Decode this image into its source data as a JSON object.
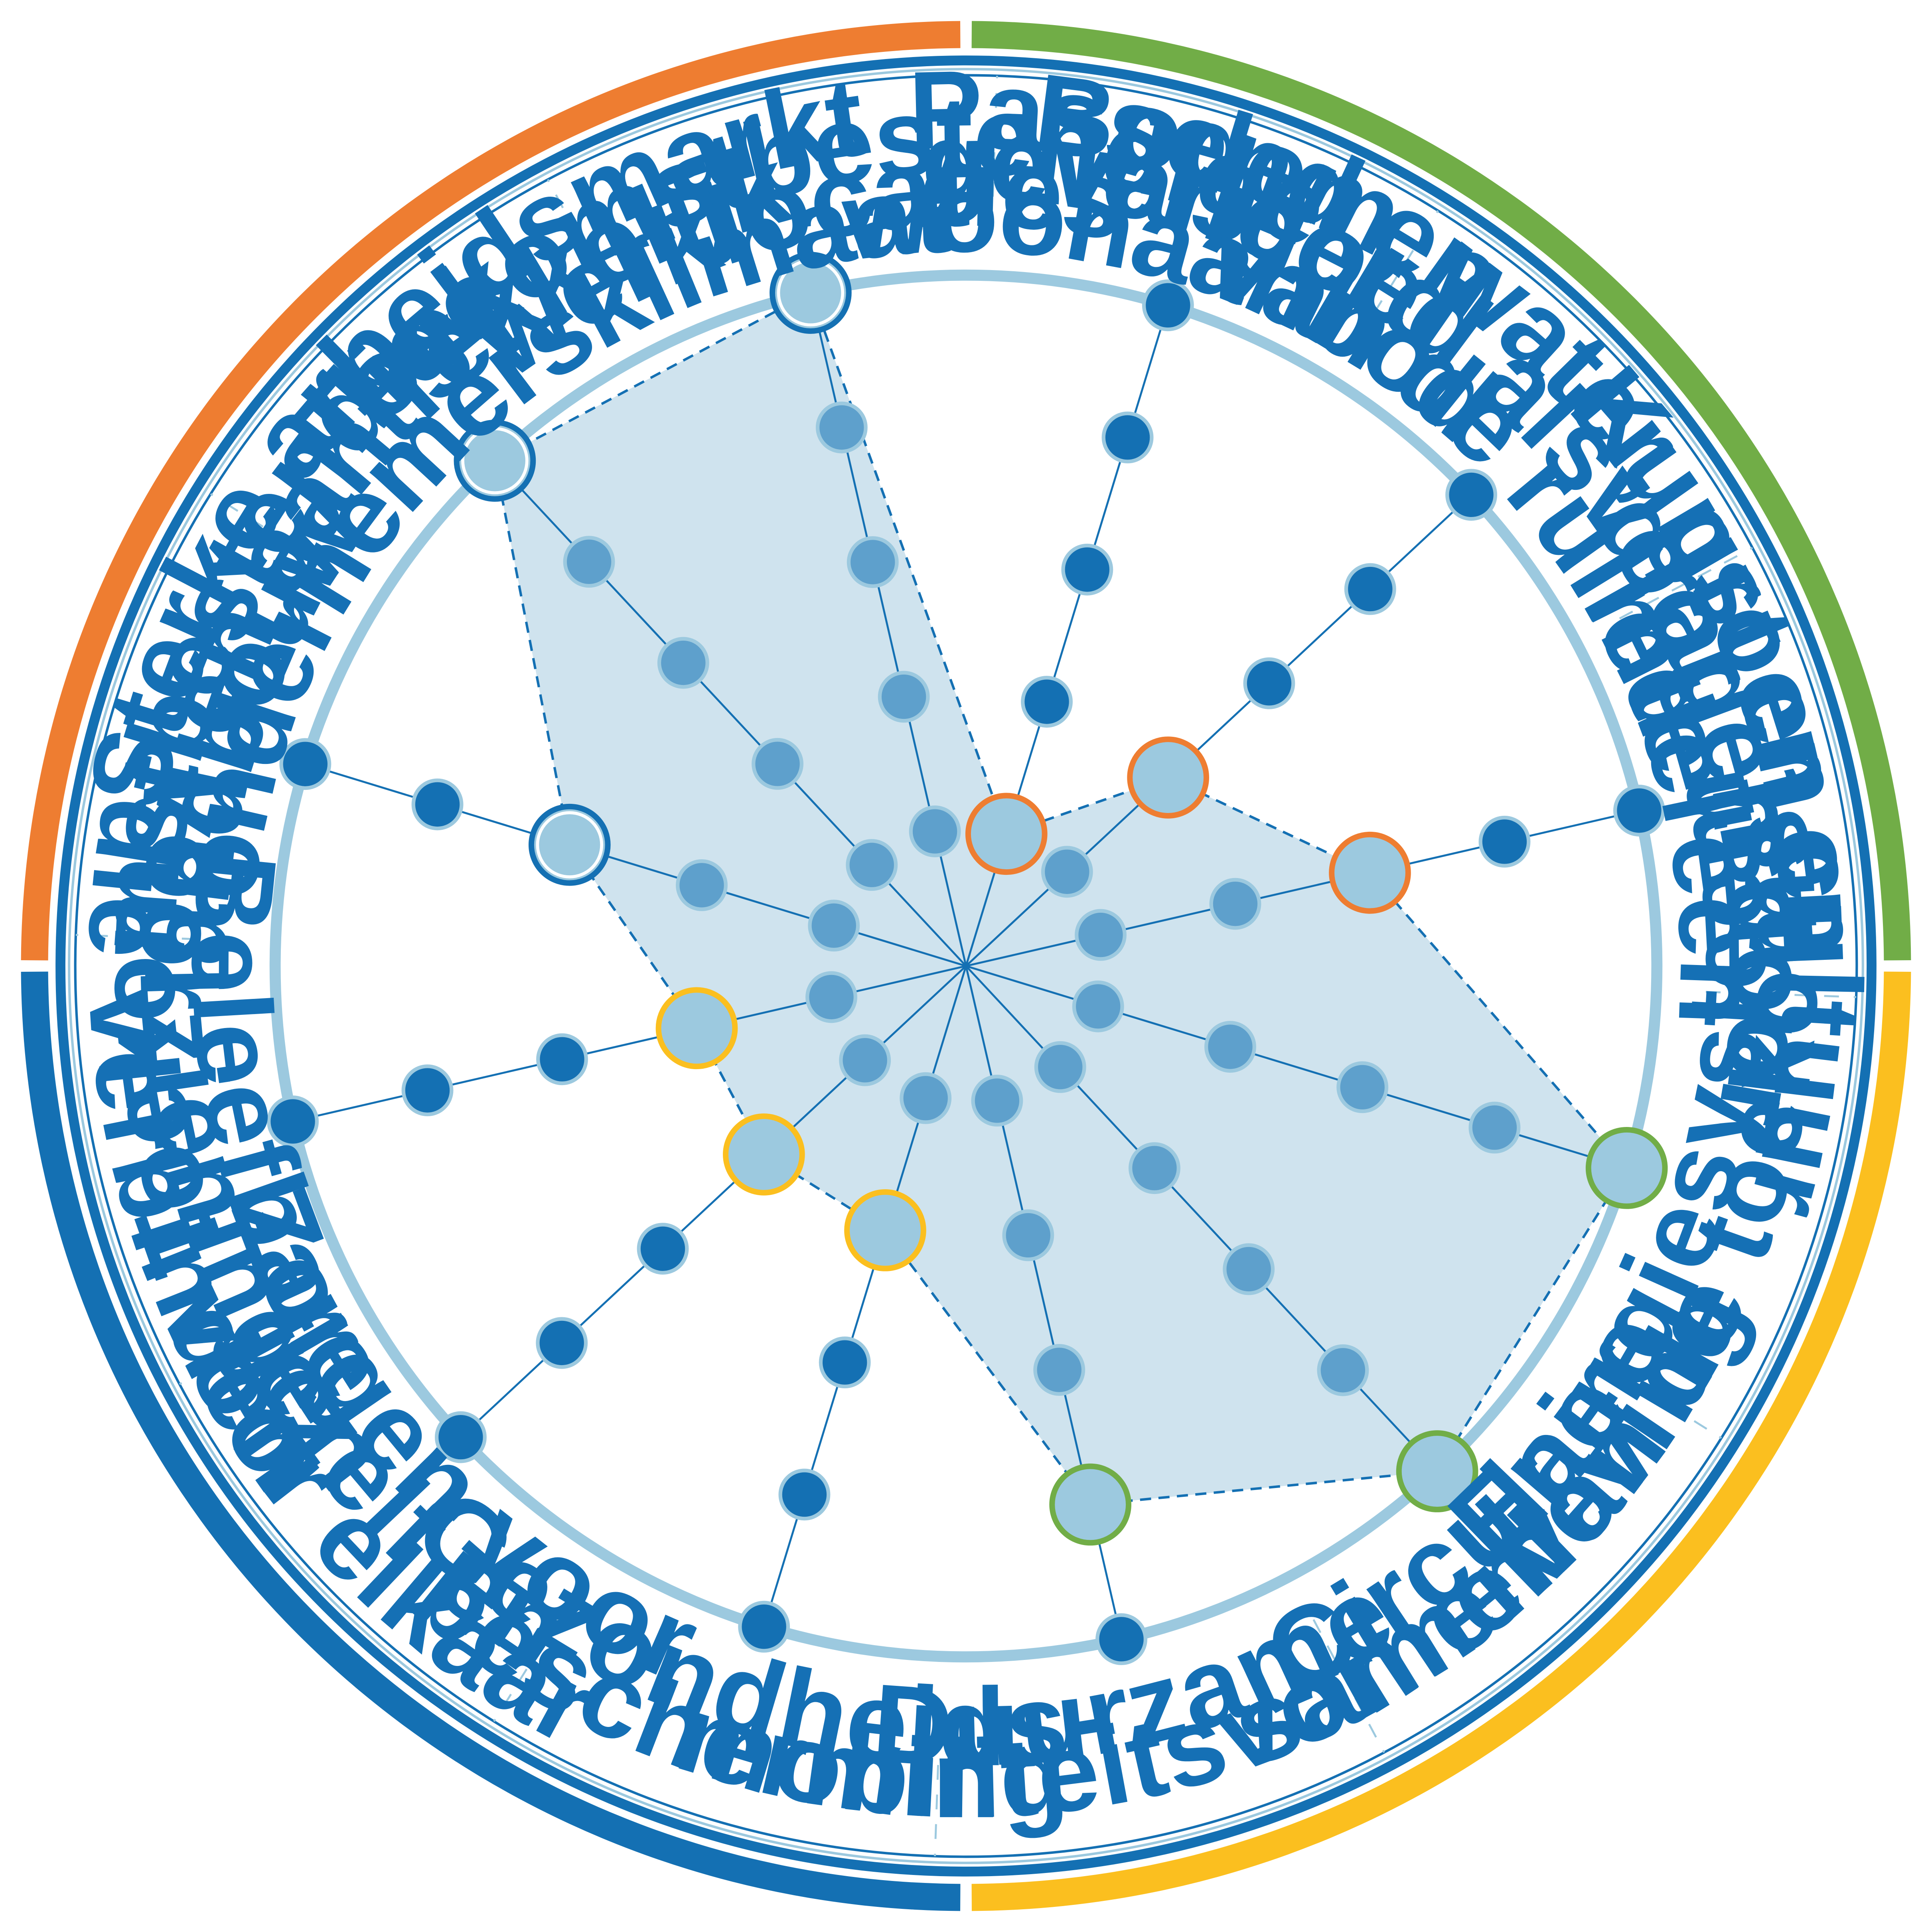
{
  "colors": {
    "orange": "#ee7d31",
    "green": "#71ad47",
    "yellow": "#fbbf1f",
    "blue": "#1470b3",
    "light_blue": "#9cc9df",
    "polygon_fill": "#cfe3ee",
    "mid_dot": "#5ea0cc",
    "dark_dot": "#1470b3"
  },
  "themes": [
    {
      "name": "orange",
      "color": "#ee7d31"
    },
    {
      "name": "green",
      "color": "#71ad47"
    },
    {
      "name": "yellow",
      "color": "#fbbf1f"
    },
    {
      "name": "blue",
      "color": "#1470b3"
    }
  ],
  "chart_data": {
    "type": "radar",
    "scale_max": 5,
    "axes": [
      {
        "label": [
          "Kunst en cultuur",
          "voor en door",
          "iedereen"
        ],
        "theme": "orange",
        "score": 3
      },
      {
        "label": [
          "Energiesysteem",
          "van de toekomst"
        ],
        "theme": "green",
        "score": 5
      },
      {
        "label": [
          "Circulaire",
          "samenleving"
        ],
        "theme": "green",
        "score": 5
      },
      {
        "label": [
          "Duurzame",
          "mobiliteitsvormen"
        ],
        "theme": "green",
        "score": 4
      },
      {
        "label": [
          "Gezondheids-",
          "bescherming"
        ],
        "theme": "yellow",
        "score": 2
      },
      {
        "label": [
          "Zorgen voor",
          "jezelf en",
          "voor elkaar"
        ],
        "theme": "yellow",
        "score": 2
      },
      {
        "label": [
          "Beleefbare",
          "voorzieningen",
          "die verbinden"
        ],
        "theme": "yellow",
        "score": 2
      },
      {
        "label": [
          "Toekomstbestendige",
          "landbouw"
        ],
        "theme": "blue",
        "score": 3
      },
      {
        "label": [
          "Sterke arbeidsmarkt",
          "en aantrekkelijk",
          "ondernemersklimaat"
        ],
        "theme": "blue",
        "score": 5
      },
      {
        "label": [
          "Toekomstbestendige",
          "werklocaties"
        ],
        "theme": "blue",
        "score": 5
      },
      {
        "label": [
          "Passend en",
          "gevarieerd",
          "woonaanbod"
        ],
        "theme": "orange",
        "score": 1
      },
      {
        "label": [
          "Bodem, water, groen en",
          "erfgoed als dragers",
          "van de ruimte"
        ],
        "theme": "orange",
        "score": 2
      }
    ]
  }
}
